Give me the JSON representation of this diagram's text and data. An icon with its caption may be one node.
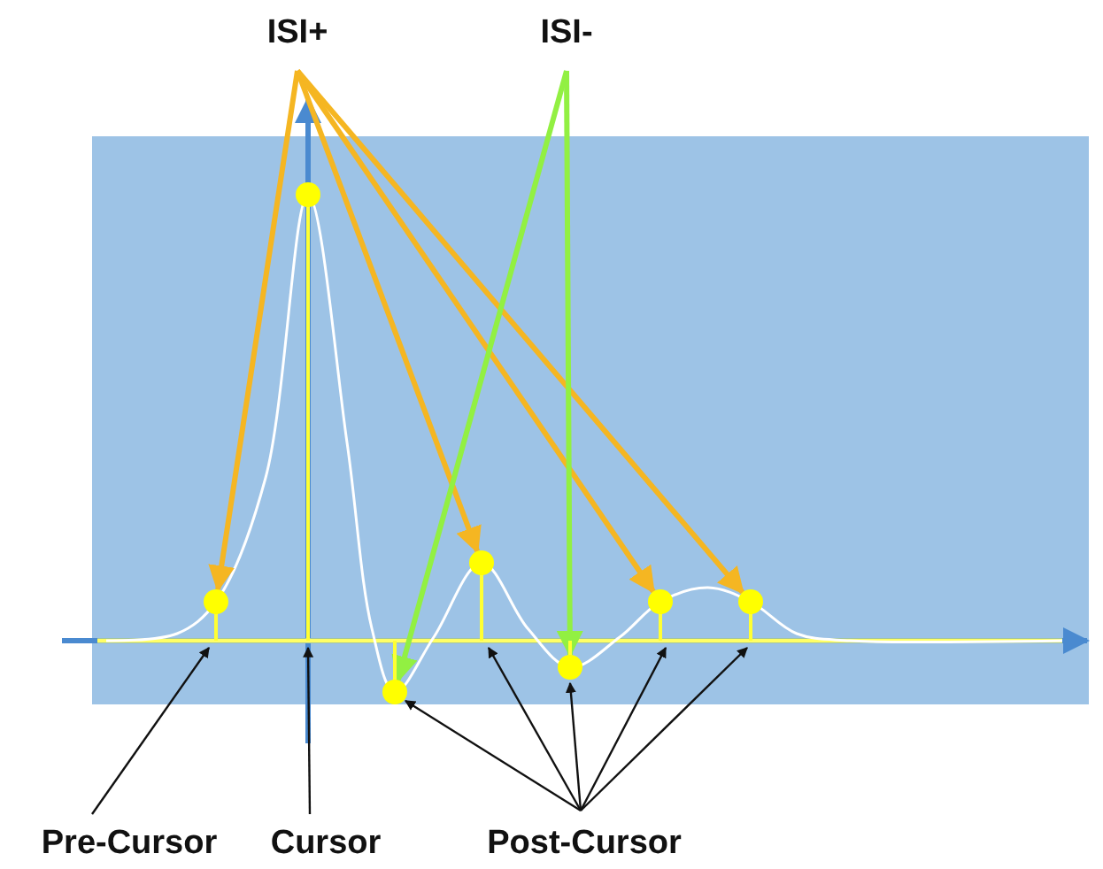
{
  "diagram": {
    "nodes": [
      {
        "text": [
          "ISI+"
        ]
      },
      {
        "text": [
          "ISI-"
        ]
      },
      {
        "text": [
          "Pre-Cursor"
        ]
      },
      {
        "text": [
          "Cursor"
        ]
      },
      {
        "text": [
          "Post-Cursor"
        ]
      },
      {
        "text": [],
        "shape": "circle"
      },
      {
        "text": [],
        "shape": "circle"
      },
      {
        "text": [],
        "shape": "circle"
      },
      {
        "text": [],
        "shape": "circle"
      },
      {
        "text": [],
        "shape": "circle"
      },
      {
        "text": [],
        "shape": "circle"
      },
      {
        "text": [],
        "shape": "circle"
      }
    ],
    "edges": [
      {
        "from": 0,
        "to": 5,
        "arrow": "to",
        "style": "thick",
        "color": "#f5b622"
      },
      {
        "from": 0,
        "to": 8,
        "arrow": "to",
        "style": "thick",
        "color": "#f5b622"
      },
      {
        "from": 0,
        "to": 10,
        "arrow": "to",
        "style": "thick",
        "color": "#f5b622"
      },
      {
        "from": 0,
        "to": 11,
        "arrow": "to",
        "style": "thick",
        "color": "#f5b622"
      },
      {
        "from": 1,
        "to": 7,
        "arrow": "to",
        "style": "thick",
        "color": "#92f042"
      },
      {
        "from": 1,
        "to": 9,
        "arrow": "to",
        "style": "thick",
        "color": "#92f042"
      },
      {
        "from": 2,
        "to": 5,
        "arrow": "to"
      },
      {
        "from": 3,
        "to": 6,
        "arrow": "to"
      },
      {
        "from": 4,
        "to": 7,
        "arrow": "to"
      },
      {
        "from": 4,
        "to": 8,
        "arrow": "to"
      },
      {
        "from": 4,
        "to": 9,
        "arrow": "to"
      },
      {
        "from": 4,
        "to": 10,
        "arrow": "to"
      },
      {
        "from": 4,
        "to": 11,
        "arrow": "to"
      }
    ]
  }
}
